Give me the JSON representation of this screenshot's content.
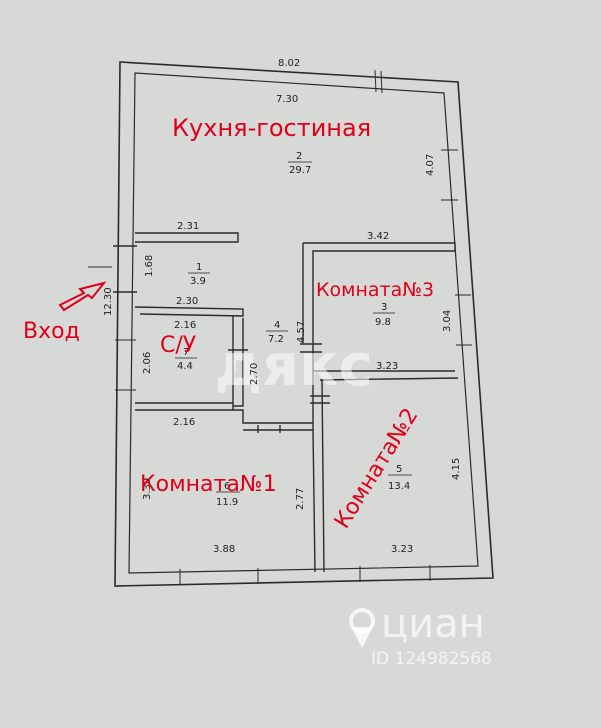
{
  "dimensions": {
    "top_outer": "8.02",
    "kitchen_width": "7.30",
    "kitchen_height": "4.07",
    "partition_left": "2.31",
    "partition_right": "3.42",
    "total_height": "12.30",
    "hall_height": "1.68",
    "hall_width": "2.30",
    "bath_width_top": "2.16",
    "bath_height": "2.06",
    "corridor_height_a": "2.70",
    "corridor_height_b": "4.57",
    "room3_height": "3.04",
    "room3_width": "3.23",
    "room1_width_top": "2.16",
    "room1_height_left": "3.39",
    "room1_height_right": "2.77",
    "room1_width_bottom": "3.88",
    "room2_height": "4.15",
    "room2_width": "3.23"
  },
  "rooms": [
    {
      "number": "2",
      "area": "29.7"
    },
    {
      "number": "1",
      "area": "3.9"
    },
    {
      "number": "7",
      "area": "4.4"
    },
    {
      "number": "4",
      "area": "7.2"
    },
    {
      "number": "3",
      "area": "9.8"
    },
    {
      "number": "6",
      "area": "11.9"
    },
    {
      "number": "5",
      "area": "13.4"
    }
  ],
  "labels": {
    "kitchen": "Кухня-гостиная",
    "bathroom": "С/У",
    "room1": "Комната№1",
    "room2": "Комната№2",
    "room3": "Комната№3",
    "entrance": "Вход"
  },
  "watermarks": {
    "center": "дякс",
    "brand": "циан",
    "listing_id": "ID 124982568"
  },
  "colors": {
    "background": "#d7d9d6",
    "walls": "#2b2b2b",
    "annotation_red": "#e0001a"
  }
}
